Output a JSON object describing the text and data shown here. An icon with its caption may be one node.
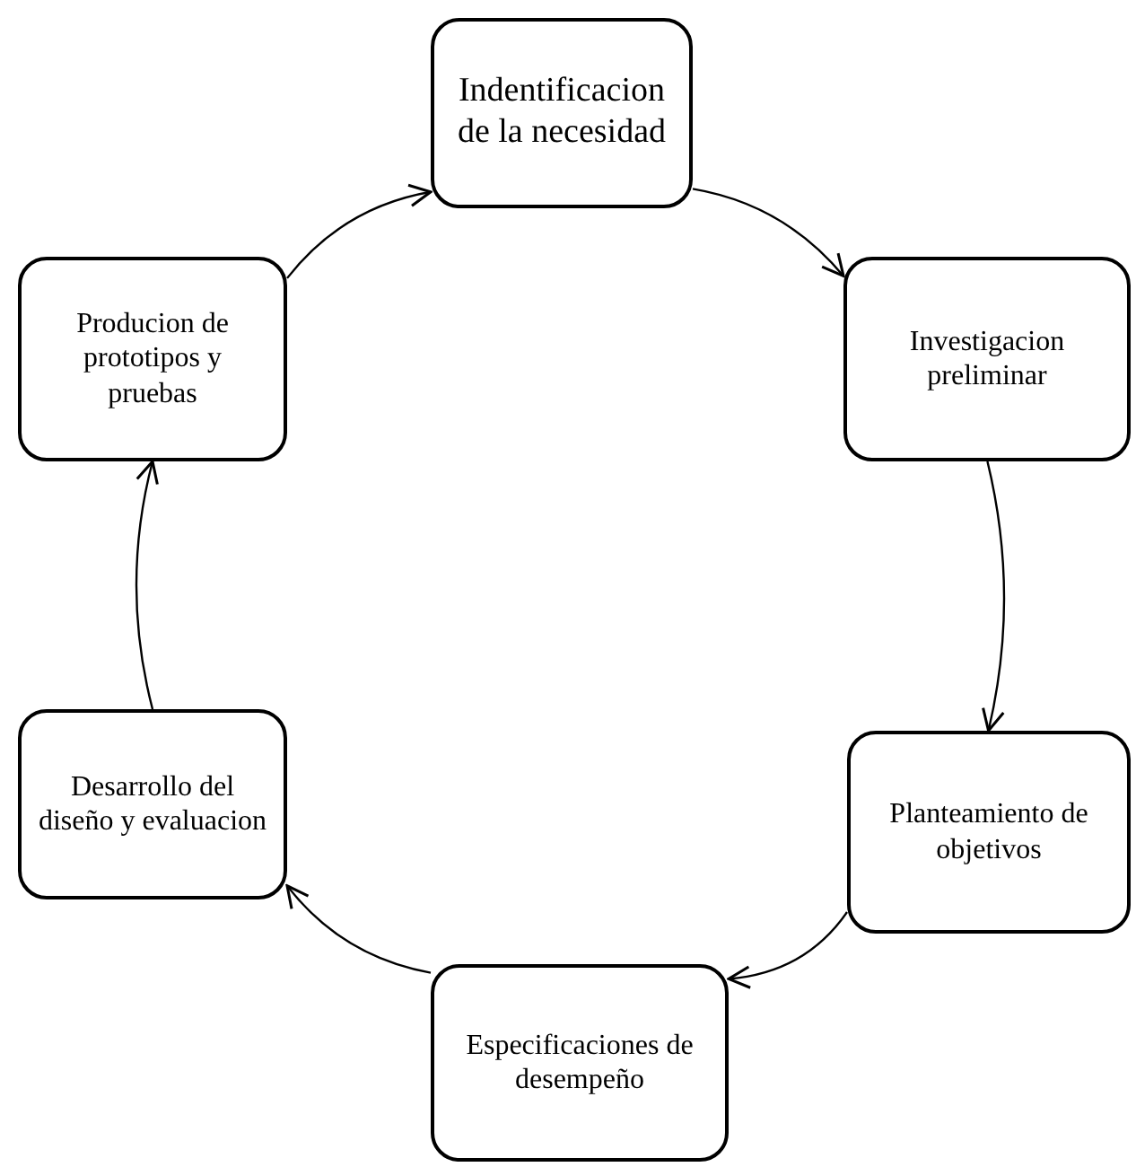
{
  "diagram": {
    "nodes": [
      {
        "text": [
          "Indentificacion de la necesidad"
        ]
      },
      {
        "text": [
          "Investigacion preliminar"
        ]
      },
      {
        "text": [
          "Planteamiento de objetivos"
        ]
      },
      {
        "text": [
          "Especificaciones de desempeño"
        ]
      },
      {
        "text": [
          "Desarrollo del diseño y evaluacion"
        ]
      },
      {
        "text": [
          "Producion de prototipos y pruebas"
        ]
      }
    ],
    "edges": [
      {
        "from": 0,
        "to": 1,
        "arrow": "to"
      },
      {
        "from": 1,
        "to": 2,
        "arrow": "to"
      },
      {
        "from": 2,
        "to": 3,
        "arrow": "to"
      },
      {
        "from": 3,
        "to": 4,
        "arrow": "to"
      },
      {
        "from": 4,
        "to": 5,
        "arrow": "to"
      },
      {
        "from": 5,
        "to": 0,
        "arrow": "to"
      }
    ]
  }
}
